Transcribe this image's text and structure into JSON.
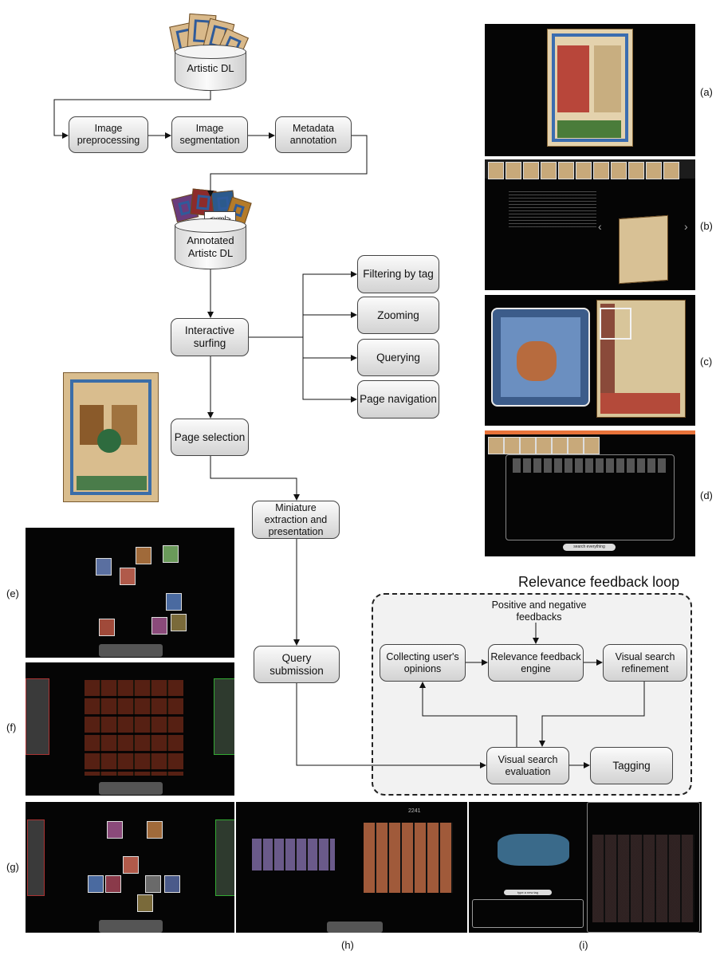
{
  "flow": {
    "artistic_dl": "Artistic DL",
    "image_preprocessing": "Image preprocessing",
    "image_segmentation": "Image segmentation",
    "metadata_annotation": "Metadata annotation",
    "annotated_dl": "Annotated Artistc DL",
    "xml_tag": "<xml>",
    "interactive_surfing": "Interactive surfing",
    "filtering_by_tag": "Filtering by tag",
    "zooming": "Zooming",
    "querying": "Querying",
    "page_navigation": "Page navigation",
    "page_selection": "Page selection",
    "miniature_extraction": "Miniature extraction and presentation",
    "query_submission": "Query submission"
  },
  "feedback": {
    "title": "Relevance feedback loop",
    "positive_negative": "Positive and negative feedbacks",
    "collecting": "Collecting user's opinions",
    "engine": "Relevance feedback engine",
    "refinement": "Visual search refinement",
    "evaluation": "Visual search evaluation",
    "tagging": "Tagging"
  },
  "panel_labels": {
    "a": "(a)",
    "b": "(b)",
    "c": "(c)",
    "d": "(d)",
    "e": "(e)",
    "f": "(f)",
    "g": "(g)",
    "h": "(h)",
    "i": "(i)"
  },
  "screens": {
    "h_counter": "2241",
    "d_search_button": "search everything",
    "i_tag_button": "type a new tag"
  },
  "colors": {
    "box_fill_top": "#fbfbfb",
    "box_fill_bottom": "#d2d2d2",
    "screen_bg": "#050505",
    "panel_d_accent": "#e8733a",
    "selection_border": "#e9e9e9"
  }
}
